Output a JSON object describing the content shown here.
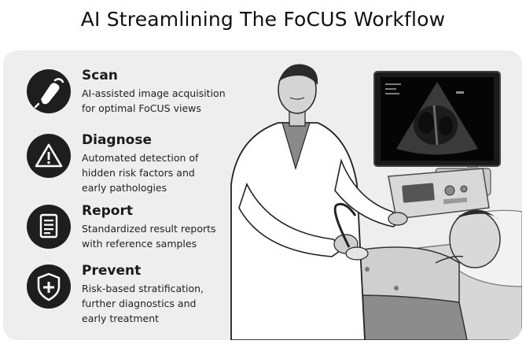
{
  "title": "AI Streamlining The FoCUS Workflow",
  "steps": [
    {
      "title": "Scan",
      "description": "AI-assisted image acquisition\nfor optimal FoCUS views",
      "icon": "ultrasound-probe-icon"
    },
    {
      "title": "Diagnose",
      "description": "Automated detection of\nhidden risk factors and\nearly pathologies",
      "icon": "warning-triangle-icon"
    },
    {
      "title": "Report",
      "description": "Standardized result reports\nwith reference samples",
      "icon": "document-icon"
    },
    {
      "title": "Prevent",
      "description": "Risk-based stratification,\nfurther diagnostics  and\nearly treatment",
      "icon": "shield-plus-icon"
    }
  ],
  "colors": {
    "card_background": "#eeeeee",
    "badge": "#1e1e1e",
    "text": "#1a1a1a"
  }
}
